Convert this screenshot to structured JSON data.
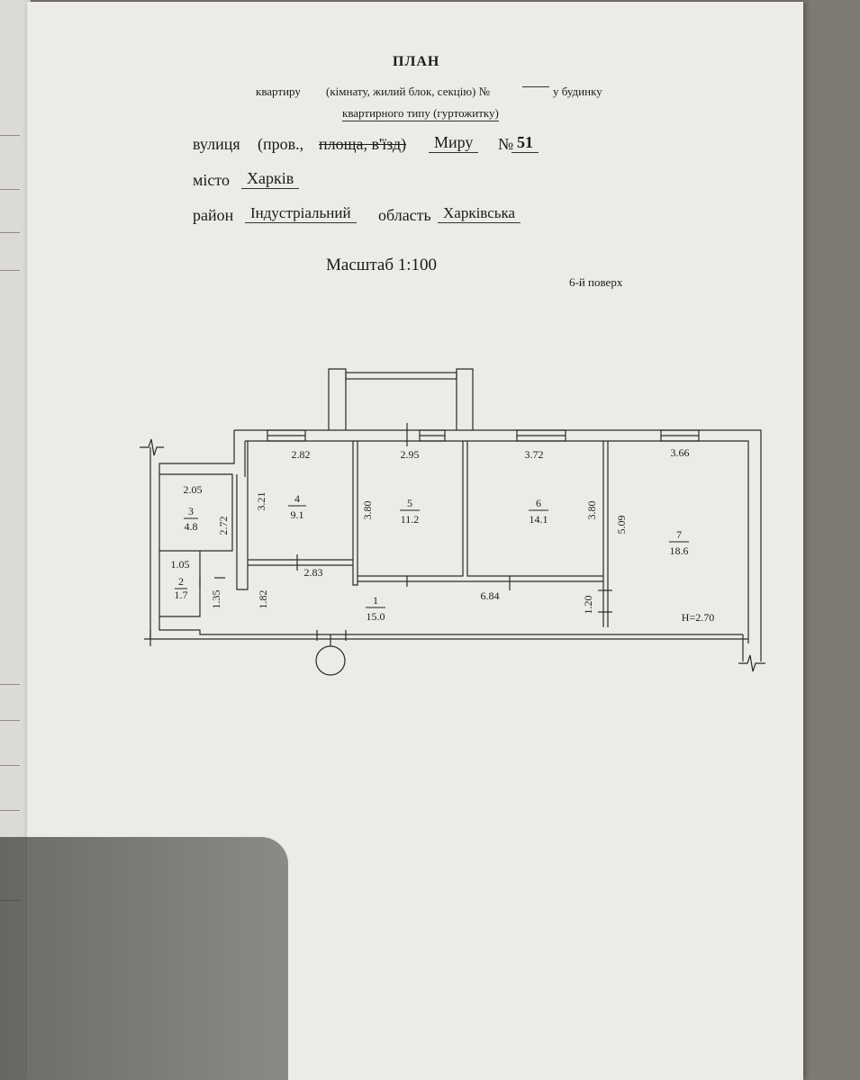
{
  "header": {
    "title": "ПЛАН",
    "line1_prefix": "квартиру",
    "line1_rest": "(кімнату, жилий блок, секцію) №",
    "line1_suffix": "у будинку",
    "line2": "квартирного типу (гуртожитку)",
    "street_label": "вулиця",
    "street_types_plain": "(пров.,",
    "street_types_struck": "площа, в'їзд)",
    "street_value": "Миру",
    "number_label": "№",
    "number_value": "51",
    "city_label": "місто",
    "city_value": "Харків",
    "district_label": "район",
    "district_value": "Індустріальний",
    "region_label": "область",
    "region_value": "Харківська",
    "scale": "Масштаб 1:100",
    "floor": "6-й поверх"
  },
  "plan": {
    "height_label": "H=2.70",
    "rooms": [
      {
        "number": "1",
        "area": "15.0"
      },
      {
        "number": "2",
        "area": "1.7"
      },
      {
        "number": "3",
        "area": "4.8"
      },
      {
        "number": "4",
        "area": "9.1"
      },
      {
        "number": "5",
        "area": "11.2"
      },
      {
        "number": "6",
        "area": "14.1"
      },
      {
        "number": "7",
        "area": "18.6"
      }
    ],
    "dimensions": {
      "d_2_82": "2.82",
      "d_2_95": "2.95",
      "d_3_72": "3.72",
      "d_3_66": "3.66",
      "d_2_05": "2.05",
      "d_3_21": "3.21",
      "d_3_80_a": "3.80",
      "d_3_80_b": "3.80",
      "d_5_09": "5.09",
      "d_2_72": "2.72",
      "d_1_05": "1.05",
      "d_2_83": "2.83",
      "d_6_84": "6.84",
      "d_1_35": "1.35",
      "d_1_82": "1.82",
      "d_1_20": "1.20"
    }
  }
}
